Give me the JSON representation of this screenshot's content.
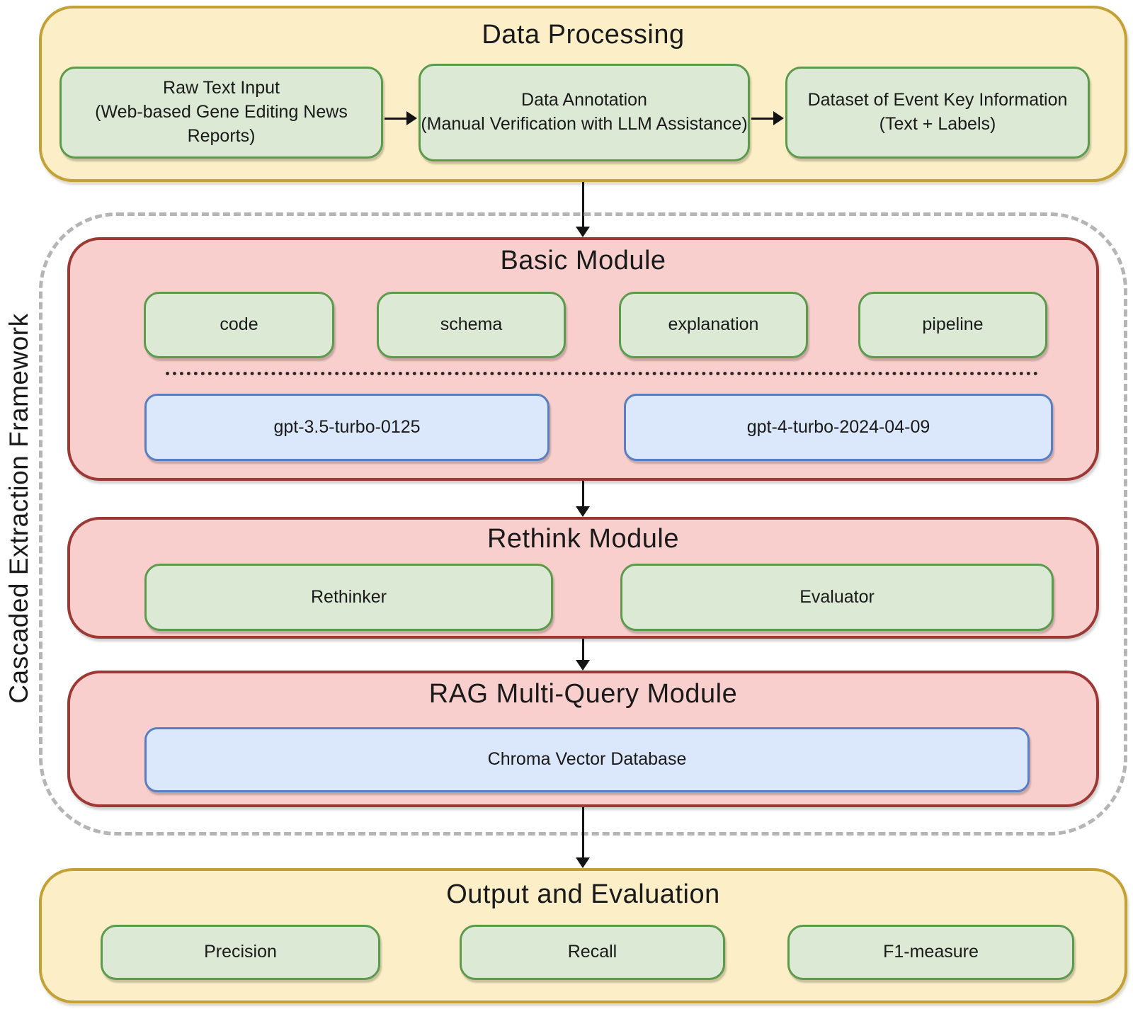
{
  "colors": {
    "yellow_fill": "#FCEFC7",
    "yellow_border": "#C3A136",
    "green_fill": "#DCEAD5",
    "green_border": "#5D9B4C",
    "red_fill": "#F8CFCC",
    "red_border": "#9C3935",
    "blue_fill": "#DBE8FB",
    "blue_border": "#5B7EC2",
    "dashed_frame": "#B5B5B5",
    "arrow": "#141414"
  },
  "data_processing": {
    "title": "Data Processing",
    "boxes": [
      {
        "line1": "Raw Text Input",
        "line2": "(Web-based Gene Editing News Reports)"
      },
      {
        "line1": "Data Annotation",
        "line2": "(Manual Verification with LLM Assistance)"
      },
      {
        "line1": "Dataset of Event Key Information",
        "line2": "(Text + Labels)"
      }
    ]
  },
  "framework": {
    "label": "Cascaded Extraction Framework",
    "basic_module": {
      "title": "Basic Module",
      "prompt_boxes": [
        "code",
        "schema",
        "explanation",
        "pipeline"
      ],
      "model_boxes": [
        "gpt-3.5-turbo-0125",
        "gpt-4-turbo-2024-04-09"
      ]
    },
    "rethink_module": {
      "title": "Rethink Module",
      "boxes": [
        "Rethinker",
        "Evaluator"
      ]
    },
    "rag_module": {
      "title": "RAG Multi-Query Module",
      "boxes": [
        "Chroma Vector Database"
      ]
    }
  },
  "output_evaluation": {
    "title": "Output and Evaluation",
    "boxes": [
      "Precision",
      "Recall",
      "F1-measure"
    ]
  }
}
